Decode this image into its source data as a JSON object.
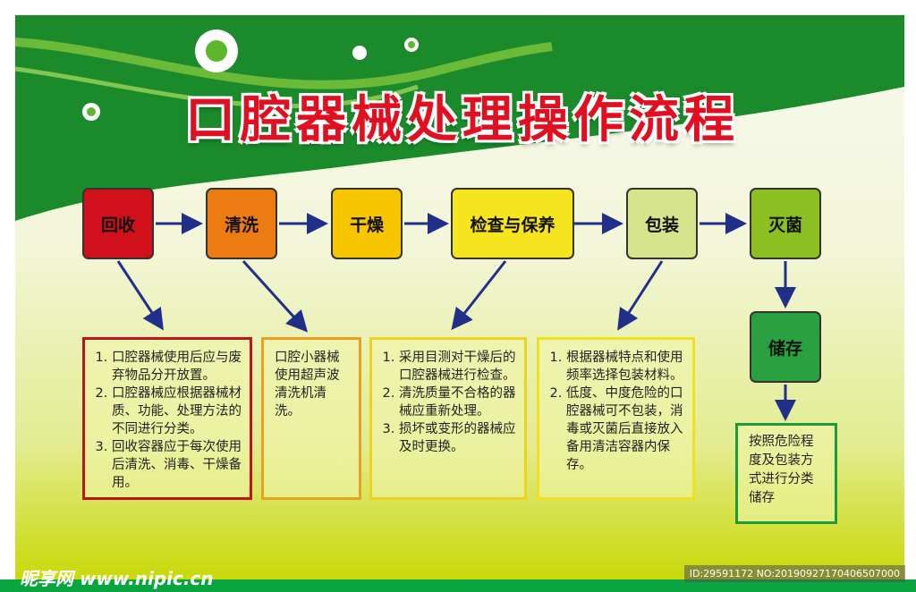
{
  "title": "口腔器械处理操作流程",
  "steps": [
    {
      "label": "回收",
      "color": "#d0101a"
    },
    {
      "label": "清洗",
      "color": "#ec7b12"
    },
    {
      "label": "干燥",
      "color": "#f8c600"
    },
    {
      "label": "检查与保养",
      "color": "#f6e41e"
    },
    {
      "label": "包装",
      "color": "#d6e48c"
    },
    {
      "label": "灭菌",
      "color": "#8cc022"
    },
    {
      "label": "储存",
      "color": "#2aa040"
    }
  ],
  "notes": {
    "recycle": [
      "口腔器械使用后应与废弃物品分开放置。",
      "口腔器械应根据器械材质、功能、处理方法的不同进行分类。",
      "回收容器应于每次使用后清洗、消毒、干燥备用。"
    ],
    "clean": "口腔小器械使用超声波清洗机清洗。",
    "inspect": [
      "采用目测对干燥后的口腔器械进行检查。",
      "清洗质量不合格的器械应重新处理。",
      "损坏或变形的器械应及时更换。"
    ],
    "pack": [
      "根据器械特点和使用频率选择包装材料。",
      "低度、中度危险的口腔器械可不包装，消毒或灭菌后直接放入备用清洁容器内保存。"
    ],
    "store": "按照危险程度及包装方式进行分类储存"
  },
  "watermark": {
    "site": "昵享网 www.nipic.cn",
    "id": "ID:29591172 NO:20190927170406507000"
  }
}
